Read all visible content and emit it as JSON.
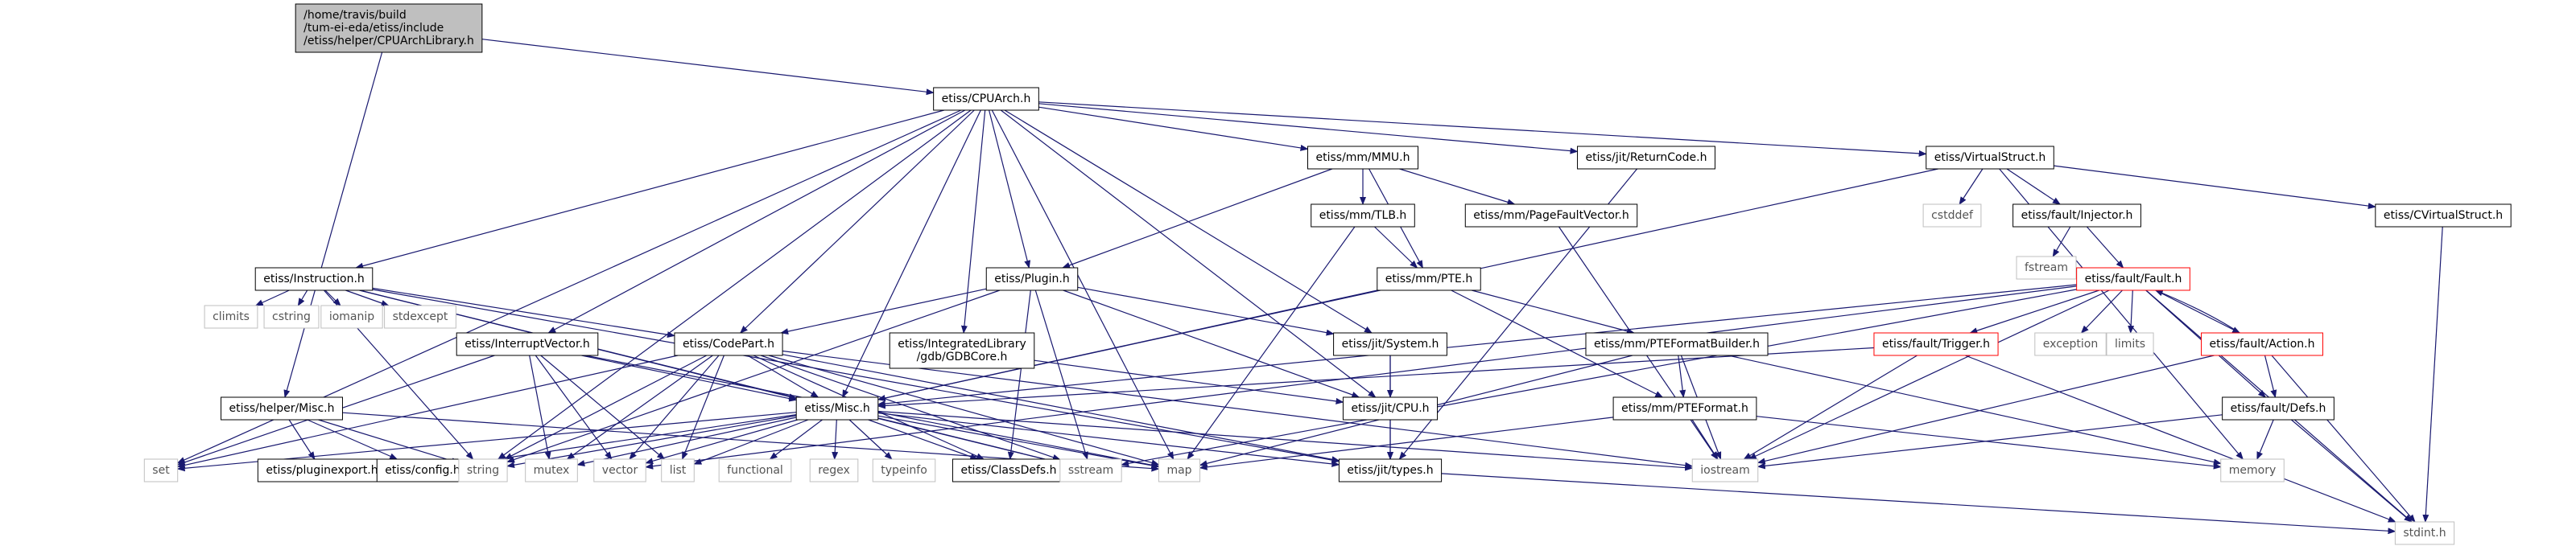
{
  "colors": {
    "edge": "#191970",
    "node_border": "#000000",
    "external_border": "#bfbfbf",
    "red_border": "#ff0000",
    "root_fill": "#bfbfbf",
    "external_text": "#555555"
  },
  "nodes": {
    "root": {
      "lines": [
        "/home/travis/build",
        "/tum-ei-eda/etiss/include",
        "/etiss/helper/CPUArchLibrary.h"
      ],
      "kind": "root"
    },
    "cpuarch": {
      "lines": [
        "etiss/CPUArch.h"
      ],
      "kind": "normal"
    },
    "mmu": {
      "lines": [
        "etiss/mm/MMU.h"
      ],
      "kind": "normal"
    },
    "retcode": {
      "lines": [
        "etiss/jit/ReturnCode.h"
      ],
      "kind": "normal"
    },
    "vstruct": {
      "lines": [
        "etiss/VirtualStruct.h"
      ],
      "kind": "normal"
    },
    "tlb": {
      "lines": [
        "etiss/mm/TLB.h"
      ],
      "kind": "normal"
    },
    "pfv": {
      "lines": [
        "etiss/mm/PageFaultVector.h"
      ],
      "kind": "normal"
    },
    "cstddef": {
      "lines": [
        "cstddef"
      ],
      "kind": "external"
    },
    "injector": {
      "lines": [
        "etiss/fault/Injector.h"
      ],
      "kind": "normal"
    },
    "cvstruct": {
      "lines": [
        "etiss/CVirtualStruct.h"
      ],
      "kind": "normal"
    },
    "fstream": {
      "lines": [
        "fstream"
      ],
      "kind": "external"
    },
    "instr": {
      "lines": [
        "etiss/Instruction.h"
      ],
      "kind": "normal"
    },
    "plugin": {
      "lines": [
        "etiss/Plugin.h"
      ],
      "kind": "normal"
    },
    "pte": {
      "lines": [
        "etiss/mm/PTE.h"
      ],
      "kind": "normal"
    },
    "fault": {
      "lines": [
        "etiss/fault/Fault.h"
      ],
      "kind": "red"
    },
    "climits": {
      "lines": [
        "climits"
      ],
      "kind": "external"
    },
    "cstring": {
      "lines": [
        "cstring"
      ],
      "kind": "external"
    },
    "iomanip": {
      "lines": [
        "iomanip"
      ],
      "kind": "external"
    },
    "stdexcept": {
      "lines": [
        "stdexcept"
      ],
      "kind": "external"
    },
    "intvec": {
      "lines": [
        "etiss/InterruptVector.h"
      ],
      "kind": "normal"
    },
    "codepart": {
      "lines": [
        "etiss/CodePart.h"
      ],
      "kind": "normal"
    },
    "gdbcore": {
      "lines": [
        "etiss/IntegratedLibrary",
        "/gdb/GDBCore.h"
      ],
      "kind": "normal"
    },
    "jitsys": {
      "lines": [
        "etiss/jit/System.h"
      ],
      "kind": "normal"
    },
    "ptefb": {
      "lines": [
        "etiss/mm/PTEFormatBuilder.h"
      ],
      "kind": "normal"
    },
    "trigger": {
      "lines": [
        "etiss/fault/Trigger.h"
      ],
      "kind": "red"
    },
    "exception": {
      "lines": [
        "exception"
      ],
      "kind": "external"
    },
    "limits": {
      "lines": [
        "limits"
      ],
      "kind": "external"
    },
    "action": {
      "lines": [
        "etiss/fault/Action.h"
      ],
      "kind": "red"
    },
    "helpermisc": {
      "lines": [
        "etiss/helper/Misc.h"
      ],
      "kind": "normal"
    },
    "misc": {
      "lines": [
        "etiss/Misc.h"
      ],
      "kind": "normal"
    },
    "jitcpu": {
      "lines": [
        "etiss/jit/CPU.h"
      ],
      "kind": "normal"
    },
    "ptefmt": {
      "lines": [
        "etiss/mm/PTEFormat.h"
      ],
      "kind": "normal"
    },
    "fdefs": {
      "lines": [
        "etiss/fault/Defs.h"
      ],
      "kind": "normal"
    },
    "set": {
      "lines": [
        "set"
      ],
      "kind": "external"
    },
    "plugexp": {
      "lines": [
        "etiss/pluginexport.h"
      ],
      "kind": "normal"
    },
    "config": {
      "lines": [
        "etiss/config.h"
      ],
      "kind": "normal"
    },
    "string": {
      "lines": [
        "string"
      ],
      "kind": "external"
    },
    "mutex": {
      "lines": [
        "mutex"
      ],
      "kind": "external"
    },
    "vector": {
      "lines": [
        "vector"
      ],
      "kind": "external"
    },
    "list": {
      "lines": [
        "list"
      ],
      "kind": "external"
    },
    "functional": {
      "lines": [
        "functional"
      ],
      "kind": "external"
    },
    "regex": {
      "lines": [
        "regex"
      ],
      "kind": "external"
    },
    "typeinfo": {
      "lines": [
        "typeinfo"
      ],
      "kind": "external"
    },
    "classdefs": {
      "lines": [
        "etiss/ClassDefs.h"
      ],
      "kind": "normal"
    },
    "sstream": {
      "lines": [
        "sstream"
      ],
      "kind": "external"
    },
    "map": {
      "lines": [
        "map"
      ],
      "kind": "external"
    },
    "jittypes": {
      "lines": [
        "etiss/jit/types.h"
      ],
      "kind": "normal"
    },
    "iostream": {
      "lines": [
        "iostream"
      ],
      "kind": "external"
    },
    "memory": {
      "lines": [
        "memory"
      ],
      "kind": "external"
    },
    "stdint": {
      "lines": [
        "stdint.h"
      ],
      "kind": "external"
    }
  },
  "edges": [
    [
      "root",
      "cpuarch"
    ],
    [
      "root",
      "helpermisc"
    ],
    [
      "cpuarch",
      "mmu"
    ],
    [
      "cpuarch",
      "retcode"
    ],
    [
      "cpuarch",
      "vstruct"
    ],
    [
      "cpuarch",
      "instr"
    ],
    [
      "cpuarch",
      "plugin"
    ],
    [
      "cpuarch",
      "intvec"
    ],
    [
      "cpuarch",
      "codepart"
    ],
    [
      "cpuarch",
      "gdbcore"
    ],
    [
      "cpuarch",
      "jitsys"
    ],
    [
      "cpuarch",
      "jitcpu"
    ],
    [
      "cpuarch",
      "set"
    ],
    [
      "cpuarch",
      "string"
    ],
    [
      "cpuarch",
      "map"
    ],
    [
      "cpuarch",
      "misc"
    ],
    [
      "mmu",
      "tlb"
    ],
    [
      "mmu",
      "pfv"
    ],
    [
      "mmu",
      "pte"
    ],
    [
      "mmu",
      "plugin"
    ],
    [
      "retcode",
      "jittypes"
    ],
    [
      "vstruct",
      "cstddef"
    ],
    [
      "vstruct",
      "injector"
    ],
    [
      "vstruct",
      "cvstruct"
    ],
    [
      "vstruct",
      "misc"
    ],
    [
      "vstruct",
      "memory"
    ],
    [
      "tlb",
      "pte"
    ],
    [
      "tlb",
      "map"
    ],
    [
      "pfv",
      "iostream"
    ],
    [
      "injector",
      "fstream"
    ],
    [
      "injector",
      "fault"
    ],
    [
      "cvstruct",
      "stdint"
    ],
    [
      "instr",
      "climits"
    ],
    [
      "instr",
      "cstring"
    ],
    [
      "instr",
      "iomanip"
    ],
    [
      "instr",
      "stdexcept"
    ],
    [
      "instr",
      "codepart"
    ],
    [
      "instr",
      "misc"
    ],
    [
      "instr",
      "string"
    ],
    [
      "instr",
      "sstream"
    ],
    [
      "instr",
      "jittypes"
    ],
    [
      "plugin",
      "codepart"
    ],
    [
      "plugin",
      "jitsys"
    ],
    [
      "plugin",
      "string"
    ],
    [
      "plugin",
      "classdefs"
    ],
    [
      "plugin",
      "sstream"
    ],
    [
      "plugin",
      "jitcpu"
    ],
    [
      "pte",
      "ptefb"
    ],
    [
      "pte",
      "ptefmt"
    ],
    [
      "pte",
      "misc"
    ],
    [
      "fault",
      "trigger"
    ],
    [
      "fault",
      "exception"
    ],
    [
      "fault",
      "limits"
    ],
    [
      "fault",
      "action"
    ],
    [
      "fault",
      "fdefs"
    ],
    [
      "fault",
      "stdint"
    ],
    [
      "fault",
      "iostream"
    ],
    [
      "fault",
      "misc"
    ],
    [
      "fault",
      "vector"
    ],
    [
      "fault",
      "sstream"
    ],
    [
      "intvec",
      "misc"
    ],
    [
      "intvec",
      "set"
    ],
    [
      "intvec",
      "mutex"
    ],
    [
      "intvec",
      "vector"
    ],
    [
      "intvec",
      "list"
    ],
    [
      "intvec",
      "map"
    ],
    [
      "codepart",
      "misc"
    ],
    [
      "codepart",
      "set"
    ],
    [
      "codepart",
      "string"
    ],
    [
      "codepart",
      "mutex"
    ],
    [
      "codepart",
      "vector"
    ],
    [
      "codepart",
      "list"
    ],
    [
      "codepart",
      "map"
    ],
    [
      "codepart",
      "classdefs"
    ],
    [
      "codepart",
      "sstream"
    ],
    [
      "codepart",
      "jittypes"
    ],
    [
      "codepart",
      "iostream"
    ],
    [
      "gdbcore",
      "jitcpu"
    ],
    [
      "jitsys",
      "jitcpu"
    ],
    [
      "jitsys",
      "jittypes"
    ],
    [
      "ptefb",
      "ptefmt"
    ],
    [
      "ptefb",
      "iostream"
    ],
    [
      "ptefb",
      "memory"
    ],
    [
      "ptefb",
      "map"
    ],
    [
      "trigger",
      "misc"
    ],
    [
      "trigger",
      "iostream"
    ],
    [
      "trigger",
      "stdint"
    ],
    [
      "action",
      "fault"
    ],
    [
      "action",
      "fdefs"
    ],
    [
      "action",
      "iostream"
    ],
    [
      "action",
      "stdint"
    ],
    [
      "helpermisc",
      "plugexp"
    ],
    [
      "helpermisc",
      "config"
    ],
    [
      "helpermisc",
      "string"
    ],
    [
      "helpermisc",
      "map"
    ],
    [
      "misc",
      "set"
    ],
    [
      "misc",
      "string"
    ],
    [
      "misc",
      "mutex"
    ],
    [
      "misc",
      "vector"
    ],
    [
      "misc",
      "list"
    ],
    [
      "misc",
      "functional"
    ],
    [
      "misc",
      "regex"
    ],
    [
      "misc",
      "typeinfo"
    ],
    [
      "misc",
      "classdefs"
    ],
    [
      "misc",
      "sstream"
    ],
    [
      "misc",
      "map"
    ],
    [
      "misc",
      "config"
    ],
    [
      "misc",
      "jittypes"
    ],
    [
      "misc",
      "iostream"
    ],
    [
      "jitcpu",
      "jittypes"
    ],
    [
      "ptefmt",
      "map"
    ],
    [
      "ptefmt",
      "iostream"
    ],
    [
      "ptefmt",
      "memory"
    ],
    [
      "fdefs",
      "iostream"
    ],
    [
      "fdefs",
      "memory"
    ],
    [
      "fdefs",
      "stdint"
    ],
    [
      "jittypes",
      "stdint"
    ]
  ]
}
